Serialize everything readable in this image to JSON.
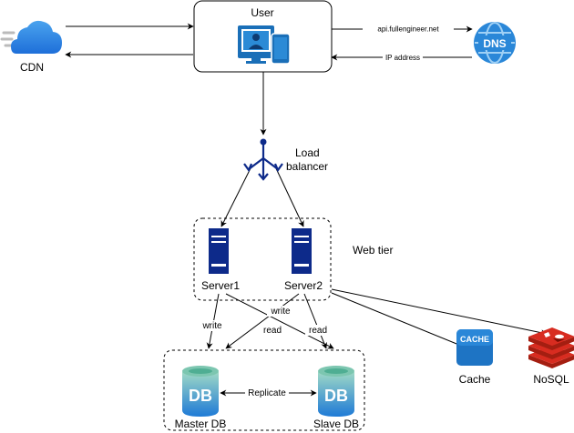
{
  "nodes": {
    "user": "User",
    "cdn": "CDN",
    "dns_icon_text": "DNS",
    "load_balancer_line1": "Load",
    "load_balancer_line2": "balancer",
    "web_tier": "Web tier",
    "server1": "Server1",
    "server2": "Server2",
    "cache": "Cache",
    "cache_icon_text": "CACHE",
    "nosql": "NoSQL",
    "master_db": "Master DB",
    "slave_db": "Slave DB",
    "db_icon_text": "DB"
  },
  "edges": {
    "api": "api.fullengineer.net",
    "ip": "IP address",
    "write": "write",
    "read": "read",
    "replicate": "Replicate"
  },
  "colors": {
    "azure_blue": "#1e88e5",
    "navy": "#0d2a8a",
    "db_teal": "#7cc6b0",
    "redis_red": "#d82c20"
  },
  "icons": [
    "cloud-icon",
    "user-devices-icon",
    "dns-globe-icon",
    "load-balancer-icon",
    "server-icon",
    "cache-icon",
    "redis-icon",
    "database-icon"
  ]
}
